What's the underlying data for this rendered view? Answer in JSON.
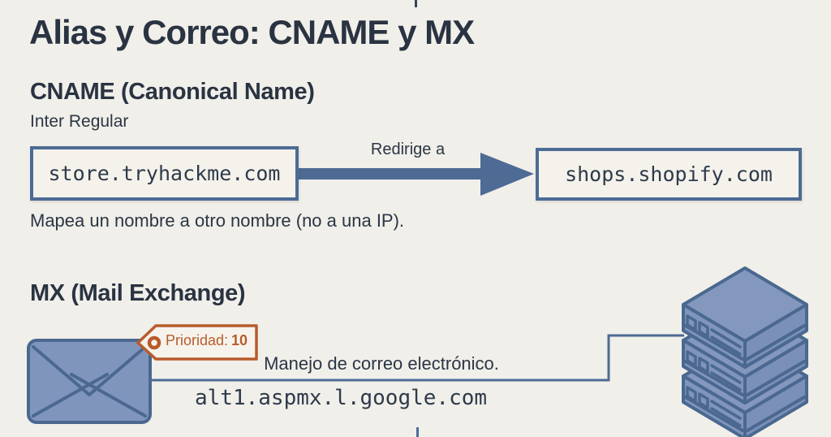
{
  "slide": {
    "title": "Alias y Correo: CNAME y MX"
  },
  "colors": {
    "background": "#f0efe9",
    "text_dark": "#2b3645",
    "accent_blue": "#4d6b94",
    "shape_fill_blue": "#8095bc",
    "accent_orange": "#b75c2b"
  },
  "cname": {
    "heading": "CNAME (Canonical Name)",
    "subheading": "Inter Regular",
    "source_domain": "store.tryhackme.com",
    "arrow_label": "Redirige a",
    "target_domain": "shops.shopify.com",
    "description": "Mapea un nombre a otro nombre (no a una IP)."
  },
  "mx": {
    "heading": "MX (Mail Exchange)",
    "priority_label": "Prioridad:",
    "priority_value": "10",
    "description": "Manejo de correo electrónico.",
    "mail_server": "alt1.aspmx.l.google.com"
  }
}
